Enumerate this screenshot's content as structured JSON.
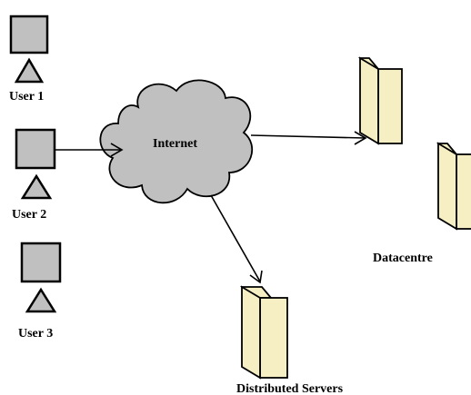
{
  "users": [
    {
      "label": "User 1"
    },
    {
      "label": "User 2"
    },
    {
      "label": "User 3"
    }
  ],
  "internet": {
    "label": "Internet"
  },
  "datacentre": {
    "label": "Datacentre"
  },
  "distributed_servers": {
    "label": "Distributed Servers"
  },
  "colors": {
    "user_fill": "#c0c0c0",
    "cloud_fill": "#c0c0c0",
    "server_fill": "#f7efc4",
    "stroke": "#000000"
  }
}
